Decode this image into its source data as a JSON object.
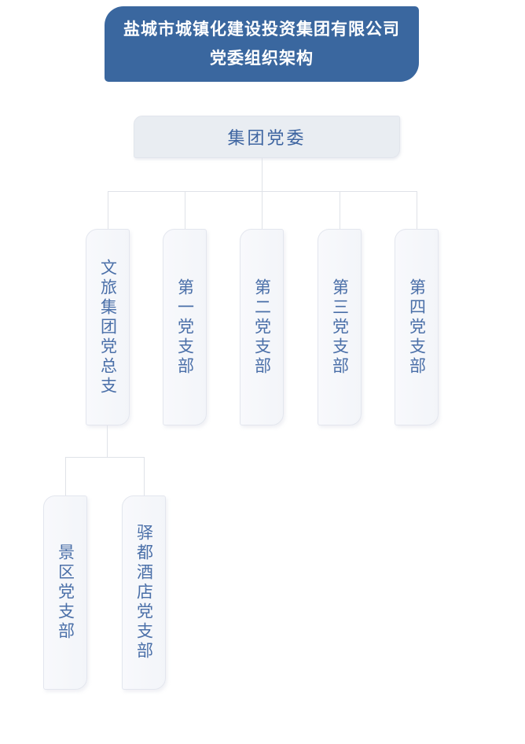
{
  "title": {
    "line1": "盐城市城镇化建设投资集团有限公司",
    "line2": "党委组织架构"
  },
  "root": {
    "label": "集团党委"
  },
  "branches": [
    {
      "label": "文旅集团党总支"
    },
    {
      "label": "第一党支部"
    },
    {
      "label": "第二党支部"
    },
    {
      "label": "第三党支部"
    },
    {
      "label": "第四党支部"
    }
  ],
  "sub_branches": [
    {
      "label": "景区党支部"
    },
    {
      "label": "驿都酒店党支部"
    }
  ],
  "colors": {
    "title-bg": "#3a679f",
    "title-text": "#ffffff",
    "node-bg": "#e9edf2",
    "node-text": "#3e65a1",
    "leaf-text": "#4a6fa8",
    "line": "#dfe2e8",
    "leaf-border": "#e3e6ee"
  }
}
